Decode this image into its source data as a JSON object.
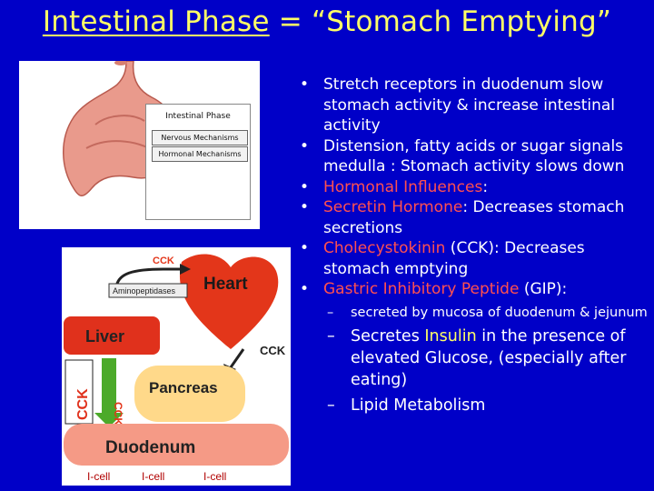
{
  "title": {
    "main": "Intestinal Phase",
    "rest": " = “Stomach Emptying”"
  },
  "stomach_box": {
    "title": "Intestinal Phase",
    "row1": "Nervous Mechanisms",
    "row2": "Hormonal Mechanisms"
  },
  "diagram": {
    "heart": "Heart",
    "liver": "Liver",
    "pancreas": "Pancreas",
    "duodenum": "Duodenum",
    "aminopeptidases": "Aminopeptidases",
    "cck_top": "CCK",
    "cck_right": "CCK",
    "cck_left": "CCK",
    "cck_mid": "CCK",
    "icell_1": "I-cell",
    "icell_2": "I-cell",
    "icell_3": "I-cell"
  },
  "bullets": [
    {
      "pre": "Stretch receptors in duodenum slow stomach activity & increase intestinal activity",
      "hl": "",
      "post": ""
    },
    {
      "pre": "Distension, fatty acids or sugar signals medulla : Stomach activity slows down",
      "hl": "",
      "post": ""
    },
    {
      "pre": " ",
      "hl": "Hormonal Influences",
      "post": ":"
    },
    {
      "pre": "",
      "hl": "Secretin Hormone",
      "post": ": Decreases stomach secretions"
    },
    {
      "pre": "",
      "hl": "Cholecystokinin",
      "post": " (CCK): Decreases stomach emptying"
    },
    {
      "pre": "",
      "hl": "Gastric Inhibitory Peptide",
      "post": " (GIP):"
    }
  ],
  "subs": {
    "s1": "secreted by mucosa of duodenum & jejunum",
    "s2_a": "Secretes ",
    "s2_b": "Insulin",
    "s2_c": " in the presence of elevated Glucose, (especially after eating)",
    "s3": "Lipid Metabolism"
  },
  "colors": {
    "background": "#0000c8",
    "title": "#ffff66",
    "highlight": "#ff5050",
    "heart": "#e3361a",
    "liver": "#e0311c",
    "pancreas": "#ffd98a",
    "duodenum": "#f59a86"
  }
}
